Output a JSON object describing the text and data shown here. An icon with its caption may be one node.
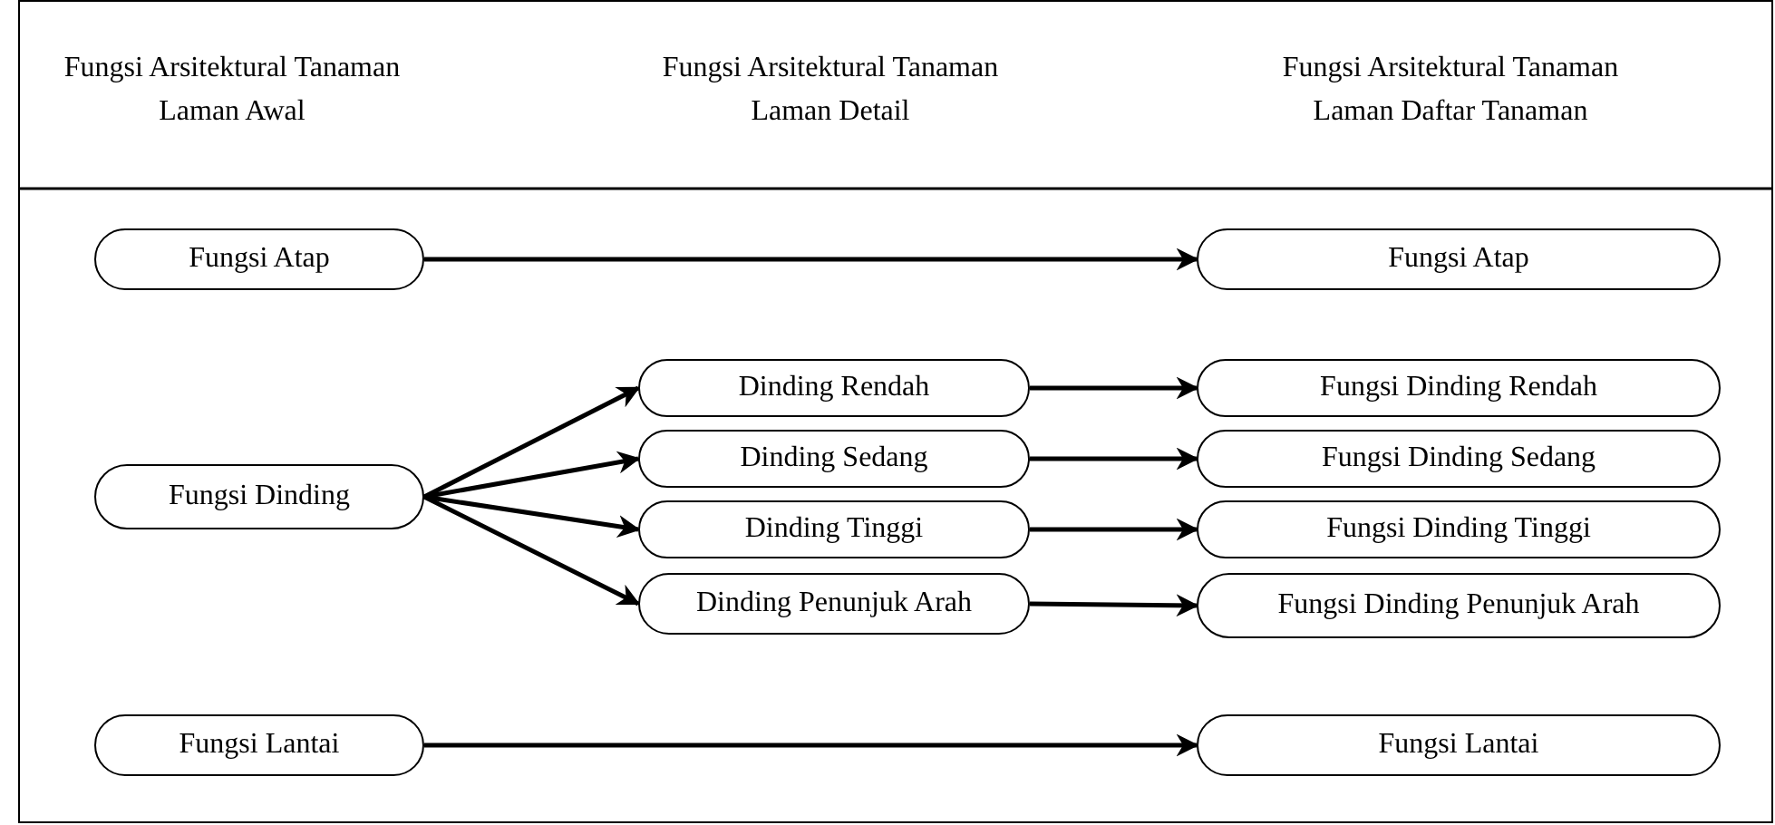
{
  "diagram": {
    "nodes": [
      {
        "text": [
          "Fungsi Atap"
        ]
      },
      {
        "text": [
          "Fungsi Dinding"
        ]
      },
      {
        "text": [
          "Fungsi Lantai"
        ]
      },
      {
        "text": [
          "Dinding Rendah"
        ]
      },
      {
        "text": [
          "Dinding Sedang"
        ]
      },
      {
        "text": [
          "Dinding Tinggi"
        ]
      },
      {
        "text": [
          "Dinding Penunjuk Arah"
        ]
      },
      {
        "text": [
          "Fungsi Atap"
        ]
      },
      {
        "text": [
          "Fungsi Dinding Rendah"
        ]
      },
      {
        "text": [
          "Fungsi Dinding Sedang"
        ]
      },
      {
        "text": [
          "Fungsi Dinding Tinggi"
        ]
      },
      {
        "text": [
          "Fungsi Dinding Penunjuk Arah"
        ]
      },
      {
        "text": [
          "Fungsi Lantai"
        ]
      }
    ],
    "edges": [
      {
        "from": 0,
        "to": 7,
        "arrow": "to"
      },
      {
        "from": 1,
        "to": 3,
        "arrow": "to"
      },
      {
        "from": 1,
        "to": 4,
        "arrow": "to"
      },
      {
        "from": 1,
        "to": 5,
        "arrow": "to"
      },
      {
        "from": 1,
        "to": 6,
        "arrow": "to"
      },
      {
        "from": 3,
        "to": 8,
        "arrow": "to"
      },
      {
        "from": 4,
        "to": 9,
        "arrow": "to"
      },
      {
        "from": 5,
        "to": 10,
        "arrow": "to"
      },
      {
        "from": 6,
        "to": 11,
        "arrow": "to"
      },
      {
        "from": 2,
        "to": 12,
        "arrow": "to"
      }
    ],
    "labels": [
      "Fungsi Arsitektural Tanaman Laman Awal",
      "Fungsi Arsitektural Tanaman Laman Detail",
      "Fungsi Arsitektural Tanaman Laman Daftar Tanaman"
    ]
  }
}
